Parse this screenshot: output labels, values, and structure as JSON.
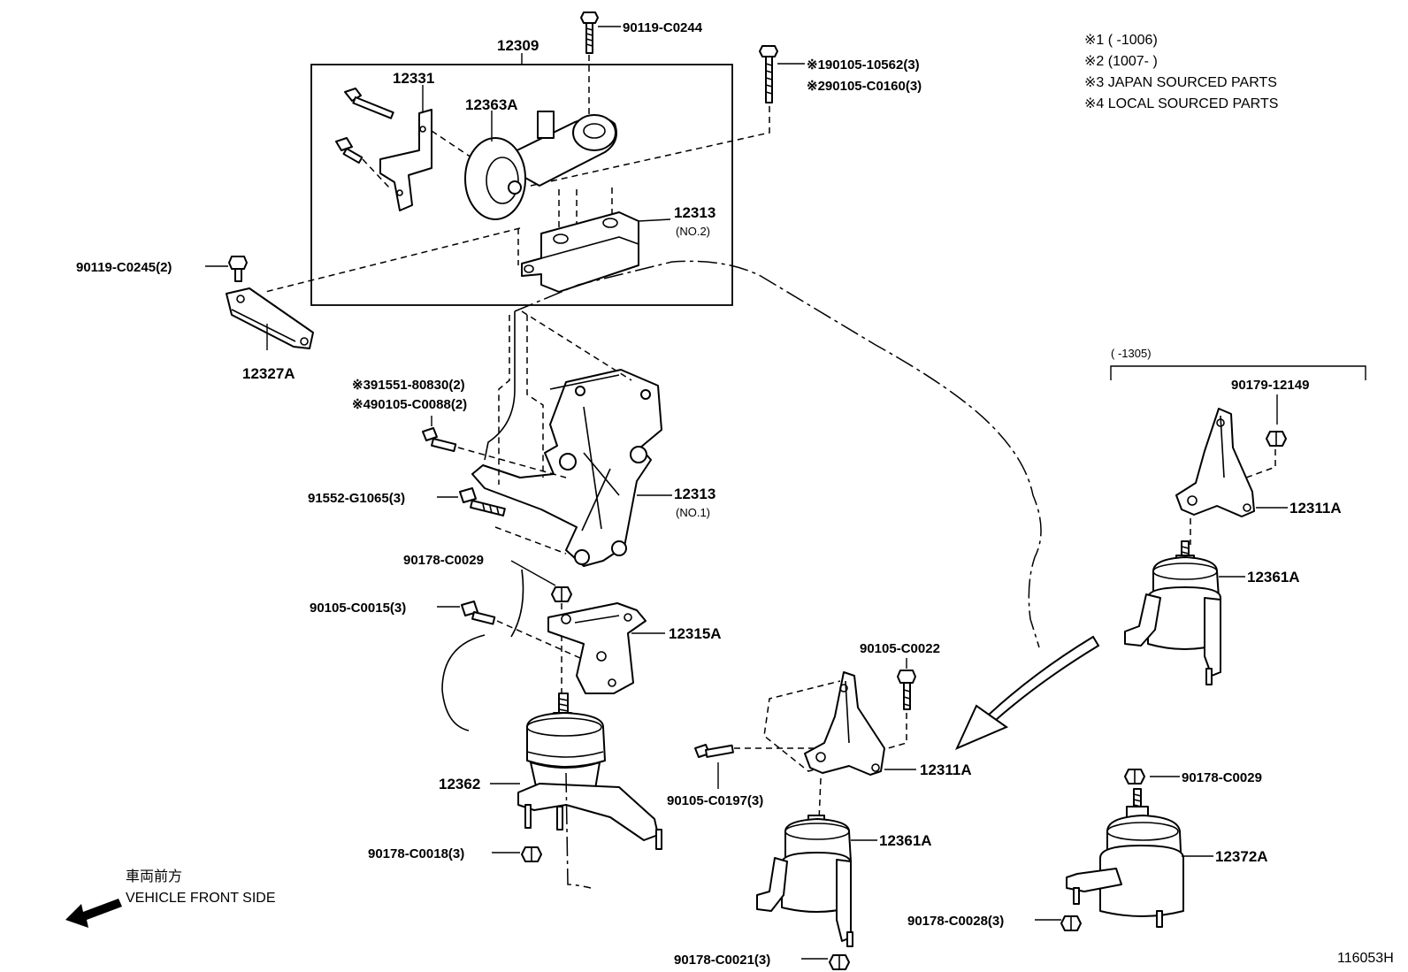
{
  "notes": {
    "n1": "※1 (       -1006)",
    "n2": "※2 (1007-       )",
    "n3": "※3 JAPAN SOURCED PARTS",
    "n4": "※4 LOCAL SOURCED PARTS"
  },
  "group_range": "(       -1305)",
  "front": {
    "jp": "車両前方",
    "en": "VEHICLE FRONT SIDE"
  },
  "diagram_id": "116053H",
  "parts": {
    "p90119_C0244": "90119-C0244",
    "p12309": "12309",
    "p12331": "12331",
    "p12363A": "12363A",
    "p90105_10562": "※190105-10562(3)",
    "p90105_C0160": "※290105-C0160(3)",
    "p12313_2": "12313",
    "p12313_2_sub": "(NO.2)",
    "p90119_C0245": "90119-C0245(2)",
    "p12327A": "12327A",
    "p91551": "※391551-80830(2)",
    "p90105_C0088": "※490105-C0088(2)",
    "p91552": "91552-G1065(3)",
    "p12313_1": "12313",
    "p12313_1_sub": "(NO.1)",
    "p90178_C0029_a": "90178-C0029",
    "p90105_C0015": "90105-C0015(3)",
    "p12315A": "12315A",
    "p12362": "12362",
    "p90178_C0018": "90178-C0018(3)",
    "p90105_C0022": "90105-C0022",
    "p90105_C0197": "90105-C0197(3)",
    "p12311A_a": "12311A",
    "p12361A_a": "12361A",
    "p90178_C0021": "90178-C0021(3)",
    "p90179_12149": "90179-12149",
    "p12311A_b": "12311A",
    "p12361A_b": "12361A",
    "p90178_C0029_b": "90178-C0029",
    "p12372A": "12372A",
    "p90178_C0028": "90178-C0028(3)"
  }
}
